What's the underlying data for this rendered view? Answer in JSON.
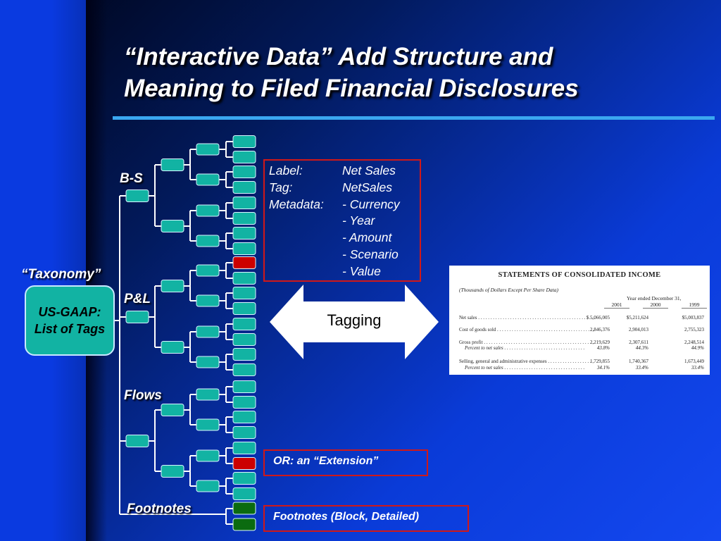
{
  "title": {
    "line1": "“Interactive Data” Add Structure and",
    "line2": "Meaning to Filed Financial Disclosures"
  },
  "taxonomy": {
    "label": "“Taxonomy”",
    "box_line1": "US-GAAP:",
    "box_line2": "List of Tags"
  },
  "branches": {
    "bs": "B-S",
    "pl": "P&L",
    "flows": "Flows",
    "footnotes": "Footnotes"
  },
  "tag_info": {
    "rows": [
      {
        "key": "Label:",
        "value": "Net Sales"
      },
      {
        "key": "Tag:",
        "value": "NetSales"
      },
      {
        "key": "Metadata:",
        "value": "- Currency"
      },
      {
        "key": "",
        "value": "- Year"
      },
      {
        "key": "",
        "value": "- Amount"
      },
      {
        "key": "",
        "value": "- Scenario"
      },
      {
        "key": "",
        "value": "- Value"
      }
    ]
  },
  "tagging_label": "Tagging",
  "extension_note": "OR:  an “Extension”",
  "footnotes_note": "Footnotes (Block, Detailed)",
  "colors": {
    "node": "#12b3a3",
    "node_border": "#d8f4ff",
    "highlight_node": "#cc0000",
    "footnote_node": "#0b6b10",
    "connector": "#ffffff",
    "box_border": "#d01818"
  },
  "statement": {
    "title": "STATEMENTS OF CONSOLIDATED INCOME",
    "subtitle": "(Thousands of Dollars Except Per Share Data)",
    "period": "Year ended December 31,",
    "years": [
      "2001",
      "2000",
      "1999"
    ],
    "rows": [
      {
        "label": "Net sales . . . . . . . . . . . . . . . . . . . . . . . . . . . . . . . . . . . . . . . . . . . . . . . .",
        "values": [
          "$ 5,066,005",
          "$5,211,624",
          "$5,003,837"
        ],
        "indent": false
      },
      {
        "label": "Cost of goods sold . . . . . . . . . . . . . . . . . . . . . . . . . . . . . . . . . . . . . . . .",
        "values": [
          "2,846,376",
          "2,904,013",
          "2,755,323"
        ],
        "indent": false
      },
      {
        "label": "Gross profit . . . . . . . . . . . . . . . . . . . . . . . . . . . . . . . . . . . . . . . . . . . . .",
        "values": [
          "2,219,629",
          "2,307,611",
          "2,248,514"
        ],
        "indent": false
      },
      {
        "label": "Percent to net sales  . . . . . . . . . . . . . . . . . . . . . . . . . . . . . . . . .",
        "values": [
          "43.8%",
          "44.3%",
          "44.9%"
        ],
        "indent": true
      },
      {
        "label": "Selling, general and administrative expenses  . . . . . . . . . . . . . . . . . .",
        "values": [
          "1,729,855",
          "1,740,367",
          "1,673,449"
        ],
        "indent": false
      },
      {
        "label": "Percent to net sales  . . . . . . . . . . . . . . . . . . . . . . . . . . . . . . . . .",
        "values": [
          "34.1%",
          "33.4%",
          "33.4%"
        ],
        "indent": true
      }
    ]
  }
}
